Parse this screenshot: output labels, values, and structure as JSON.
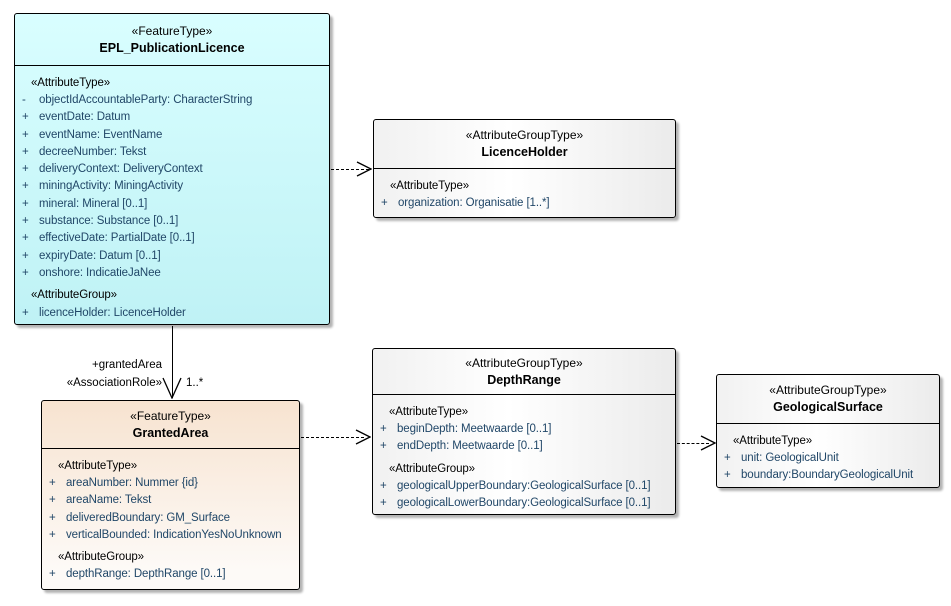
{
  "appearance": {
    "fill-feature-top": "#d9feff",
    "fill-feature-bottom": "#bff2f5",
    "fill-granted-top": "#f7e3d0",
    "fill-granted-bottom": "#fdfaf7",
    "fill-group-left": "#f1f1f1",
    "fill-group-mid": "#ffffff",
    "fill-group-right": "#ebebeb",
    "attr-text": "#214768",
    "line": "#000000",
    "shadow": "#b4b4b4"
  },
  "boxes": [
    {
      "id": "epl-publicationlicence",
      "stereotype": "«FeatureType»",
      "name": "EPL_PublicationLicence",
      "rows": [
        {
          "kind": "group",
          "text": "«AttributeType»"
        },
        {
          "kind": "attr",
          "vis": "-",
          "text": "objectIdAccountableParty: CharacterString"
        },
        {
          "kind": "attr",
          "vis": "+",
          "text": "eventDate: Datum"
        },
        {
          "kind": "attr",
          "vis": "+",
          "text": "eventName: EventName"
        },
        {
          "kind": "attr",
          "vis": "+",
          "text": "decreeNumber: Tekst"
        },
        {
          "kind": "attr",
          "vis": "+",
          "text": "deliveryContext: DeliveryContext"
        },
        {
          "kind": "attr",
          "vis": "+",
          "text": "miningActivity: MiningActivity"
        },
        {
          "kind": "attr",
          "vis": "+",
          "text": "mineral: Mineral [0..1]"
        },
        {
          "kind": "attr",
          "vis": "+",
          "text": "substance: Substance [0..1]"
        },
        {
          "kind": "attr",
          "vis": "+",
          "text": "effectiveDate: PartialDate [0..1]"
        },
        {
          "kind": "attr",
          "vis": "+",
          "text": "expiryDate: Datum [0..1]"
        },
        {
          "kind": "attr",
          "vis": "+",
          "text": "onshore: IndicatieJaNee"
        },
        {
          "kind": "group",
          "text": "«AttributeGroup»"
        },
        {
          "kind": "attr",
          "vis": "+",
          "text": "licenceHolder: LicenceHolder"
        }
      ]
    },
    {
      "id": "licenceholder",
      "stereotype": "«AttributeGroupType»",
      "name": "LicenceHolder",
      "rows": [
        {
          "kind": "group",
          "text": "«AttributeType»"
        },
        {
          "kind": "attr",
          "vis": "+",
          "text": "organization: Organisatie [1..*]"
        }
      ]
    },
    {
      "id": "depthrange",
      "stereotype": "«AttributeGroupType»",
      "name": "DepthRange",
      "rows": [
        {
          "kind": "group",
          "text": "«AttributeType»"
        },
        {
          "kind": "attr",
          "vis": "+",
          "text": "beginDepth: Meetwaarde [0..1]"
        },
        {
          "kind": "attr",
          "vis": "+",
          "text": "endDepth: Meetwaarde [0..1]"
        },
        {
          "kind": "group",
          "text": "«AttributeGroup»"
        },
        {
          "kind": "attr",
          "vis": "+",
          "text": "geologicalUpperBoundary:GeologicalSurface [0..1]"
        },
        {
          "kind": "attr",
          "vis": "+",
          "text": "geologicalLowerBoundary:GeologicalSurface [0..1]"
        }
      ]
    },
    {
      "id": "geologicalsurface",
      "stereotype": "«AttributeGroupType»",
      "name": "GeologicalSurface",
      "rows": [
        {
          "kind": "group",
          "text": "«AttributeType»"
        },
        {
          "kind": "attr",
          "vis": "+",
          "text": "unit: GeologicalUnit"
        },
        {
          "kind": "attr",
          "vis": "+",
          "text": "boundary:BoundaryGeologicalUnit"
        }
      ]
    },
    {
      "id": "grantedarea",
      "stereotype": "«FeatureType»",
      "name": "GrantedArea",
      "rows": [
        {
          "kind": "group",
          "text": "«AttributeType»"
        },
        {
          "kind": "attr",
          "vis": "+",
          "text": "areaNumber: Nummer {id}"
        },
        {
          "kind": "attr",
          "vis": "+",
          "text": "areaName: Tekst"
        },
        {
          "kind": "attr",
          "vis": "+",
          "text": "deliveredBoundary: GM_Surface"
        },
        {
          "kind": "attr",
          "vis": "+",
          "text": "verticalBounded: IndicationYesNoUnknown"
        },
        {
          "kind": "group",
          "text": "«AttributeGroup»"
        },
        {
          "kind": "attr",
          "vis": "+",
          "text": "depthRange: DepthRange [0..1]"
        }
      ]
    }
  ],
  "connectors": {
    "granted_area_association": {
      "role": "+grantedArea",
      "stereotype": "«AssociationRole»",
      "multiplicity": "1..*"
    }
  }
}
